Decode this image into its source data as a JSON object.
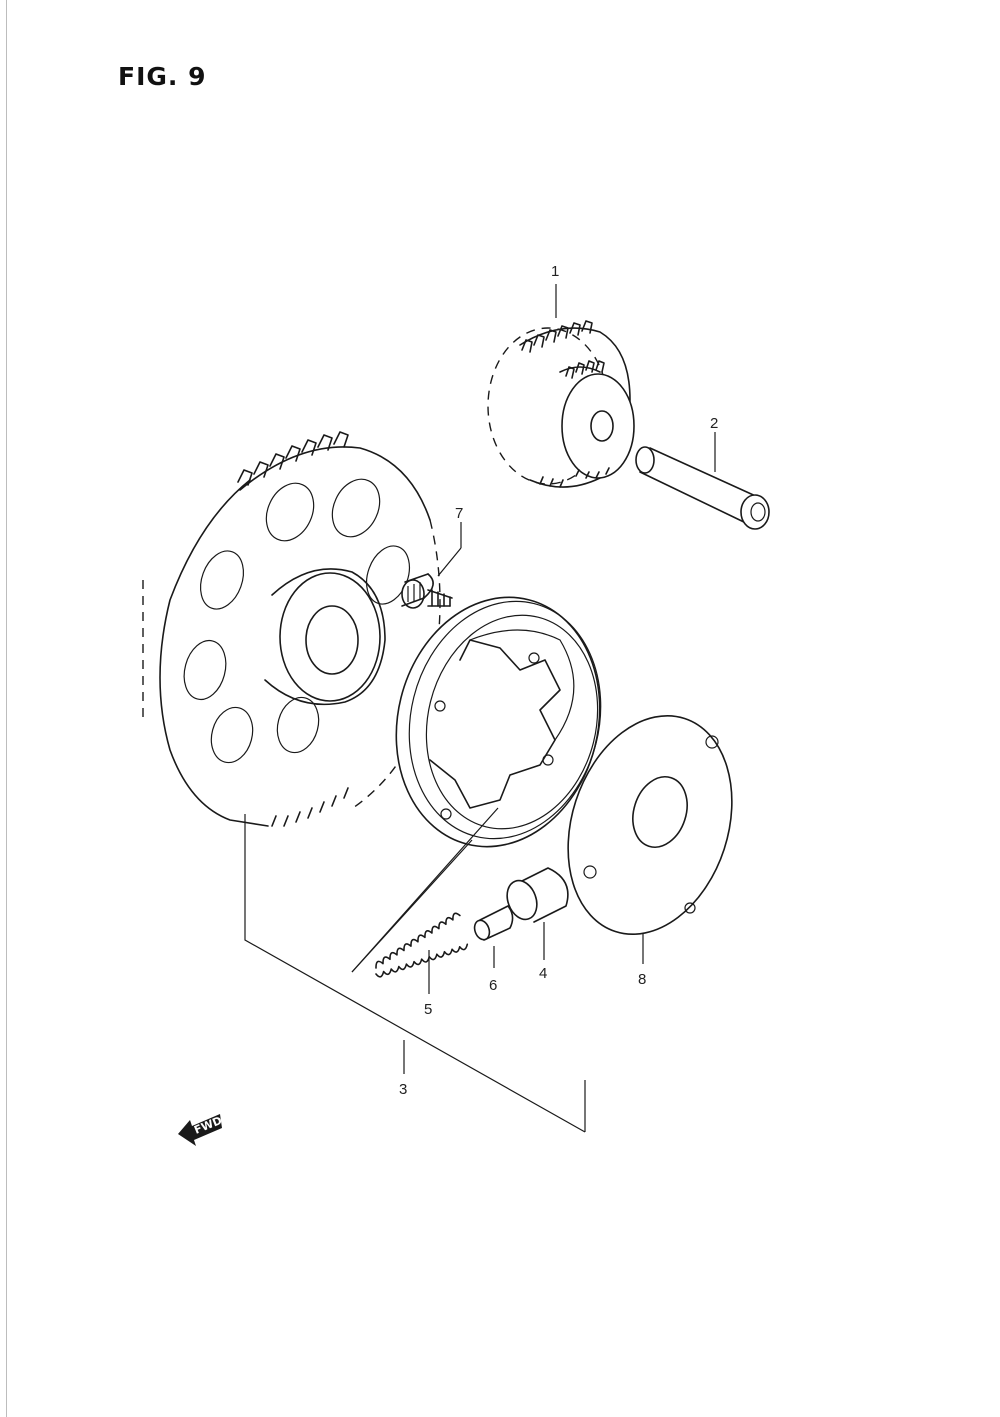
{
  "figure": {
    "title": "FIG. 9"
  },
  "callouts": [
    {
      "id": "1",
      "label": "1"
    },
    {
      "id": "2",
      "label": "2"
    },
    {
      "id": "3",
      "label": "3"
    },
    {
      "id": "4",
      "label": "4"
    },
    {
      "id": "5",
      "label": "5"
    },
    {
      "id": "6",
      "label": "6"
    },
    {
      "id": "7",
      "label": "7"
    },
    {
      "id": "8",
      "label": "8"
    }
  ],
  "direction_badge": {
    "text": "FWD"
  },
  "colors": {
    "ink": "#1a1a1a",
    "paper": "#ffffff"
  }
}
